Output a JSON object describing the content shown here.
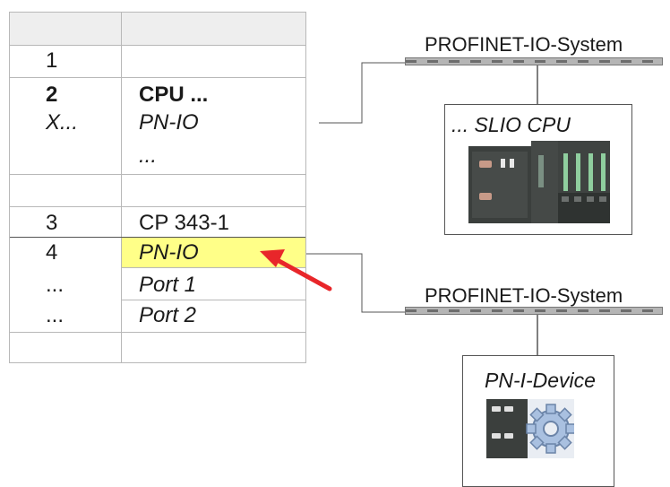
{
  "rack": {
    "rows": [
      {
        "slot": "1",
        "module": ""
      },
      {
        "slot": "2",
        "module": "CPU ..."
      },
      {
        "slot": "X...",
        "module": "PN-IO"
      },
      {
        "slot": "",
        "module": "..."
      },
      {
        "slot": "3",
        "module": "CP 343-1"
      },
      {
        "slot": "4",
        "module": "PN-IO"
      },
      {
        "slot": "...",
        "module": "Port 1"
      },
      {
        "slot": "...",
        "module": "Port 2"
      }
    ],
    "highlight_color": "#ffff88"
  },
  "network_top": {
    "title": "PROFINET-IO-System",
    "device": {
      "label": "... SLIO CPU",
      "icon": "slio-cpu-hardware-icon"
    }
  },
  "network_bottom": {
    "title": "PROFINET-IO-System",
    "device": {
      "label": "PN-I-Device",
      "icon": "gear-device-icon"
    }
  },
  "pointer": {
    "color": "#e8262a",
    "icon": "red-arrow-icon"
  }
}
